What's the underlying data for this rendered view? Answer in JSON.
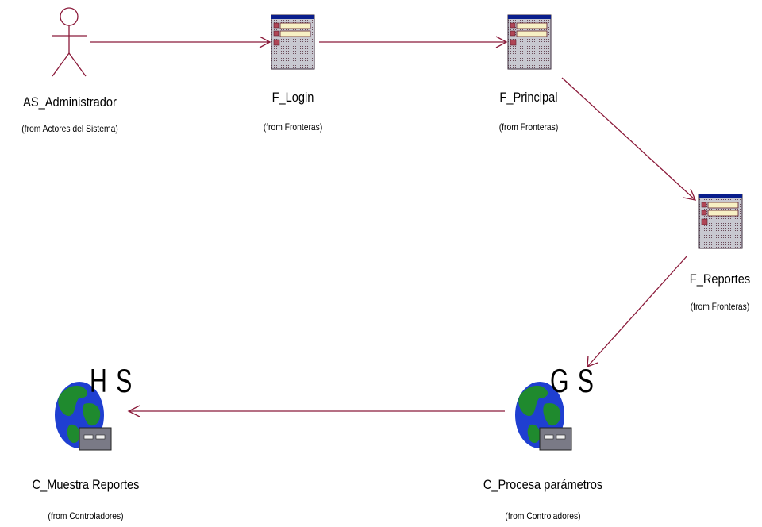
{
  "colors": {
    "connector": "#8b1a3a",
    "form_titlebar": "#0a1e8c",
    "form_body": "#b04656",
    "form_field": "#f7f0c4",
    "globe_ocean": "#1f3fd1",
    "globe_land": "#1f8a2e",
    "server_box": "#7a7a86"
  },
  "nodes": {
    "admin": {
      "name": "AS_Administrador",
      "from": "(from Actores del Sistema)",
      "kind": "actor"
    },
    "login": {
      "name": "F_Login",
      "from": "(from Fronteras)",
      "kind": "boundary-form"
    },
    "principal": {
      "name": "F_Principal",
      "from": "(from Fronteras)",
      "kind": "boundary-form"
    },
    "reportes": {
      "name": "F_Reportes",
      "from": "(from Fronteras)",
      "kind": "boundary-form"
    },
    "procesa": {
      "name": "C_Procesa parámetros",
      "from": "(from Controladores)",
      "kind": "controller-globe",
      "letters": "G S"
    },
    "muestra": {
      "name": "C_Muestra Reportes",
      "from": "(from Controladores)",
      "kind": "controller-globe",
      "letters": "H S"
    }
  },
  "links": [
    {
      "from": "admin",
      "to": "login"
    },
    {
      "from": "login",
      "to": "principal"
    },
    {
      "from": "principal",
      "to": "reportes"
    },
    {
      "from": "reportes",
      "to": "procesa"
    },
    {
      "from": "procesa",
      "to": "muestra"
    }
  ]
}
